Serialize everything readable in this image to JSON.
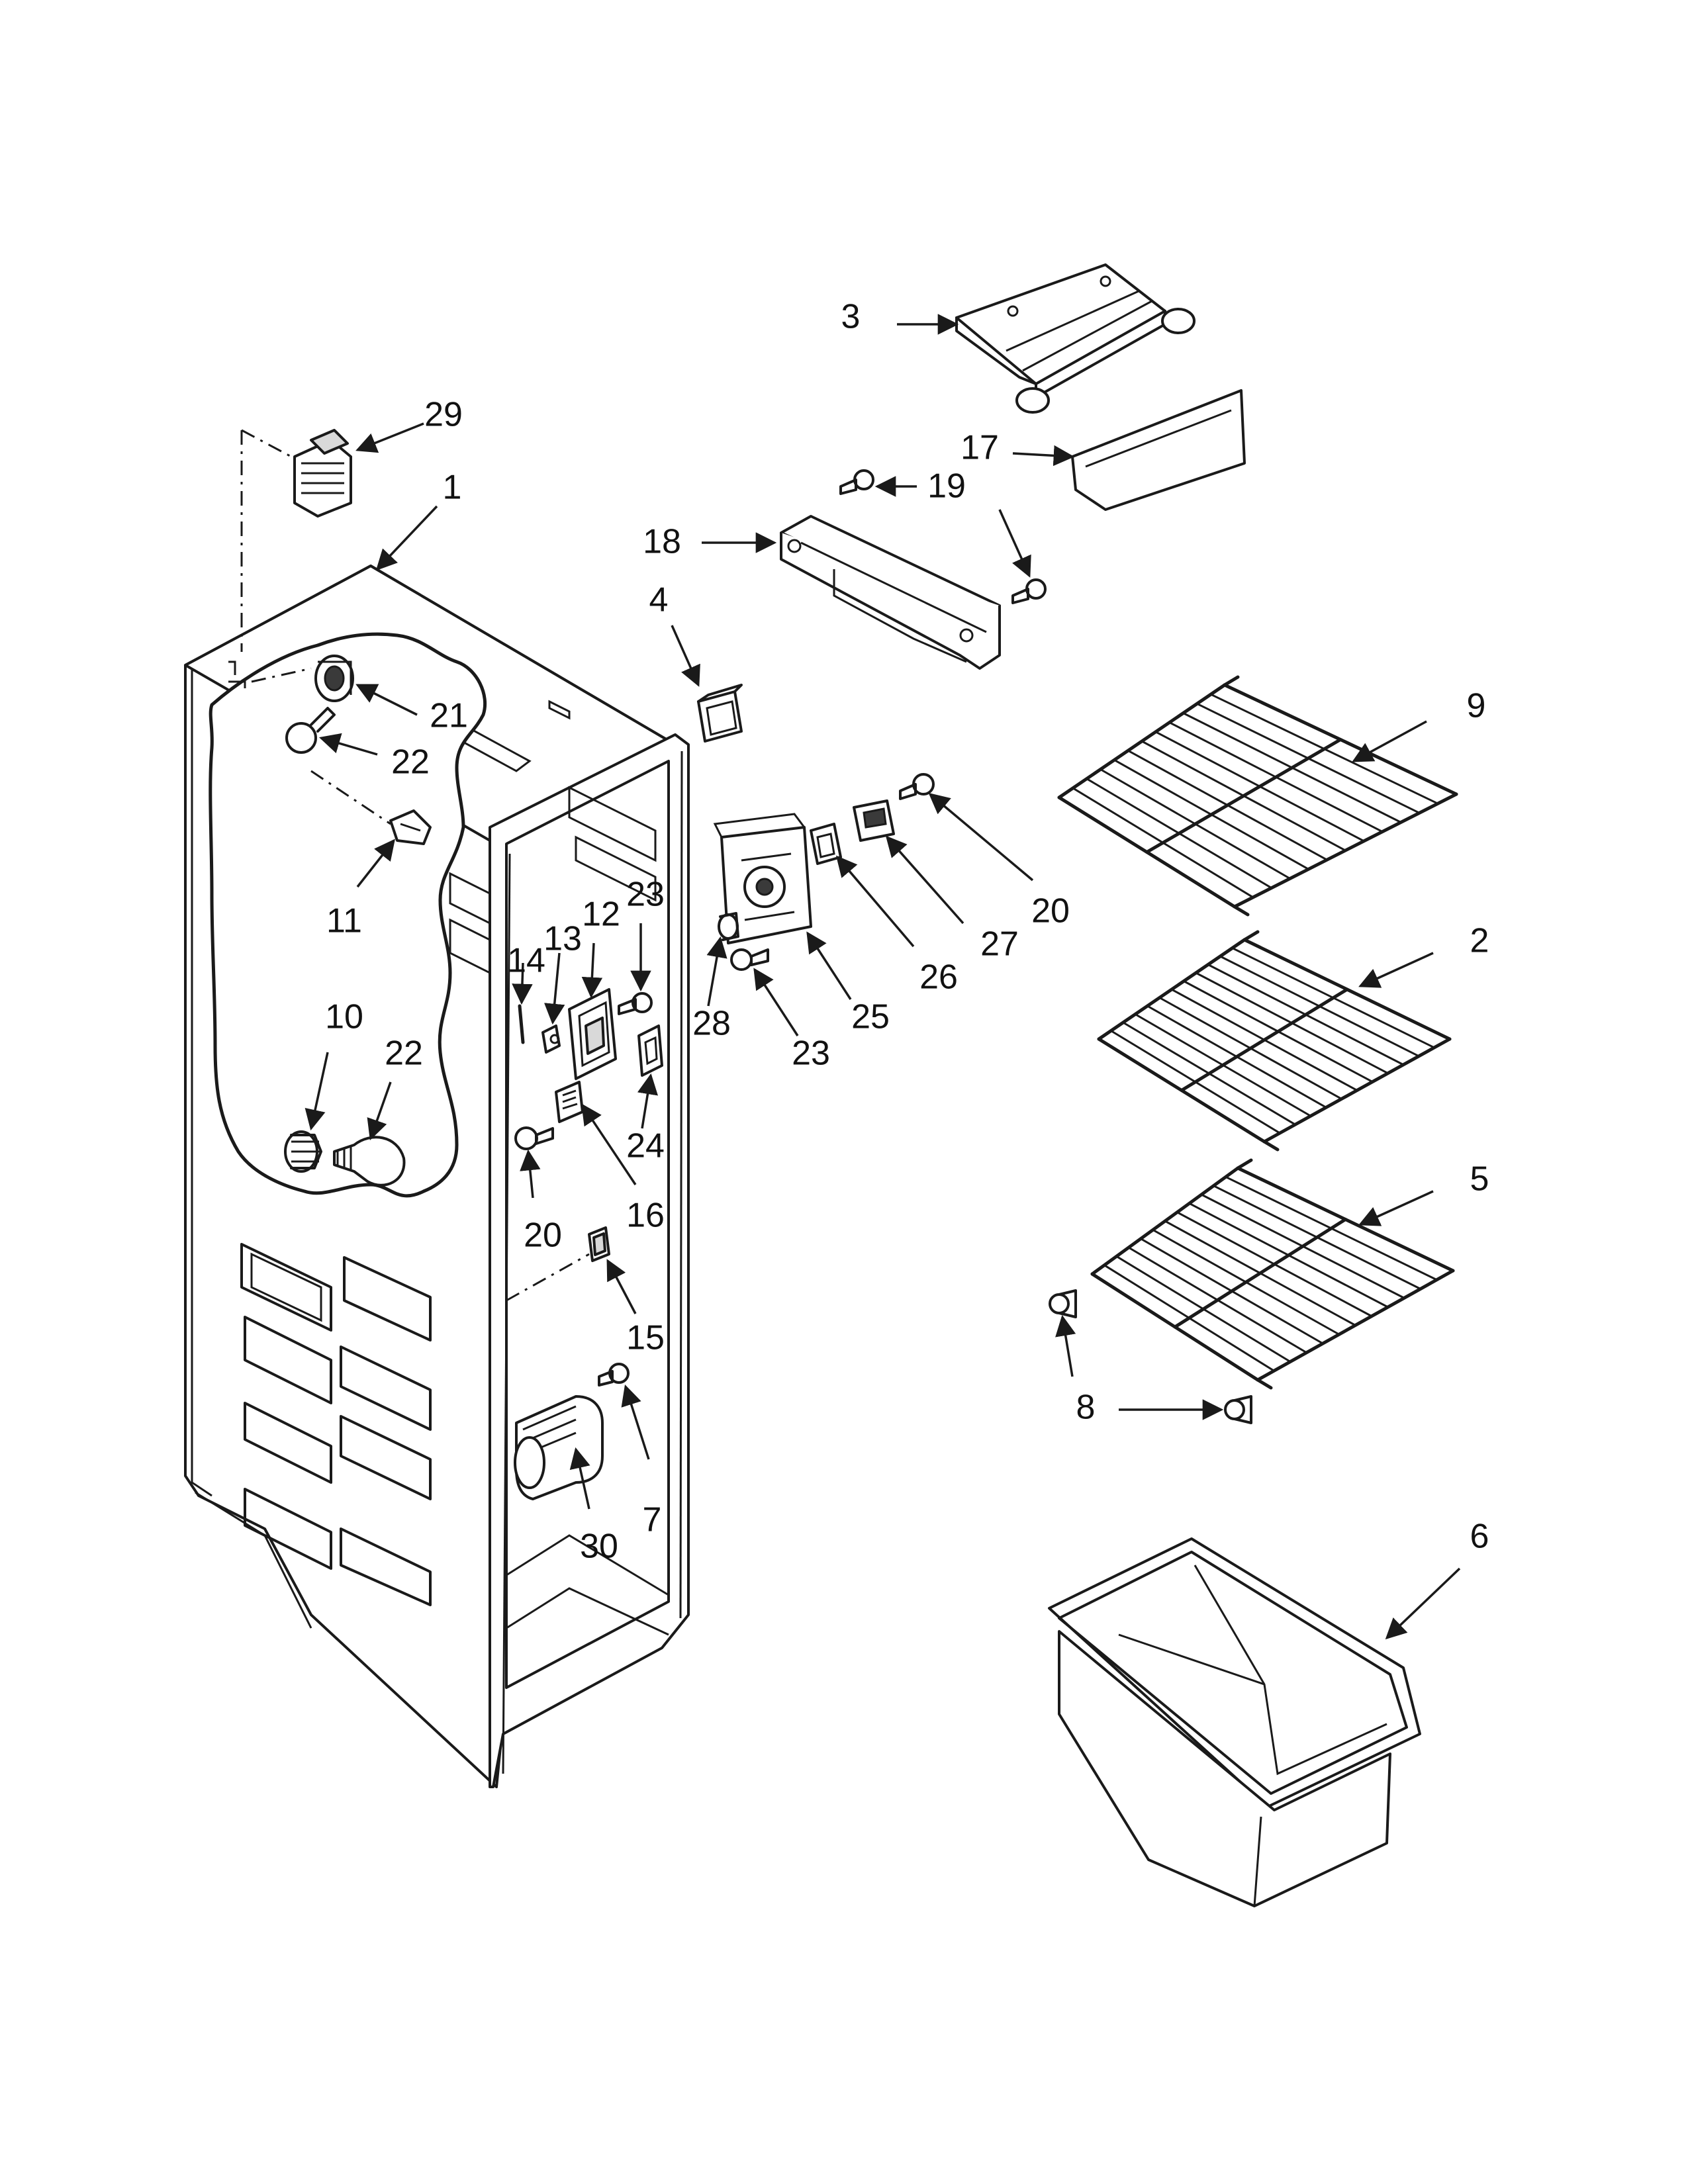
{
  "callouts": {
    "c1": "1",
    "c2": "2",
    "c3": "3",
    "c4": "4",
    "c5": "5",
    "c6": "6",
    "c7": "7",
    "c8": "8",
    "c9": "9",
    "c10": "10",
    "c11": "11",
    "c12": "12",
    "c13": "13",
    "c14": "14",
    "c15": "15",
    "c16": "16",
    "c17": "17",
    "c18": "18",
    "c19": "19",
    "c20a": "20",
    "c20b": "20",
    "c21": "21",
    "c22a": "22",
    "c22b": "22",
    "c23a": "23",
    "c23b": "23",
    "c24": "24",
    "c25": "25",
    "c26": "26",
    "c27": "27",
    "c28": "28",
    "c29": "29",
    "c30": "30"
  },
  "colors": {
    "line": "#1a1a1a",
    "background": "#ffffff",
    "shade": "#d9d9d9"
  }
}
